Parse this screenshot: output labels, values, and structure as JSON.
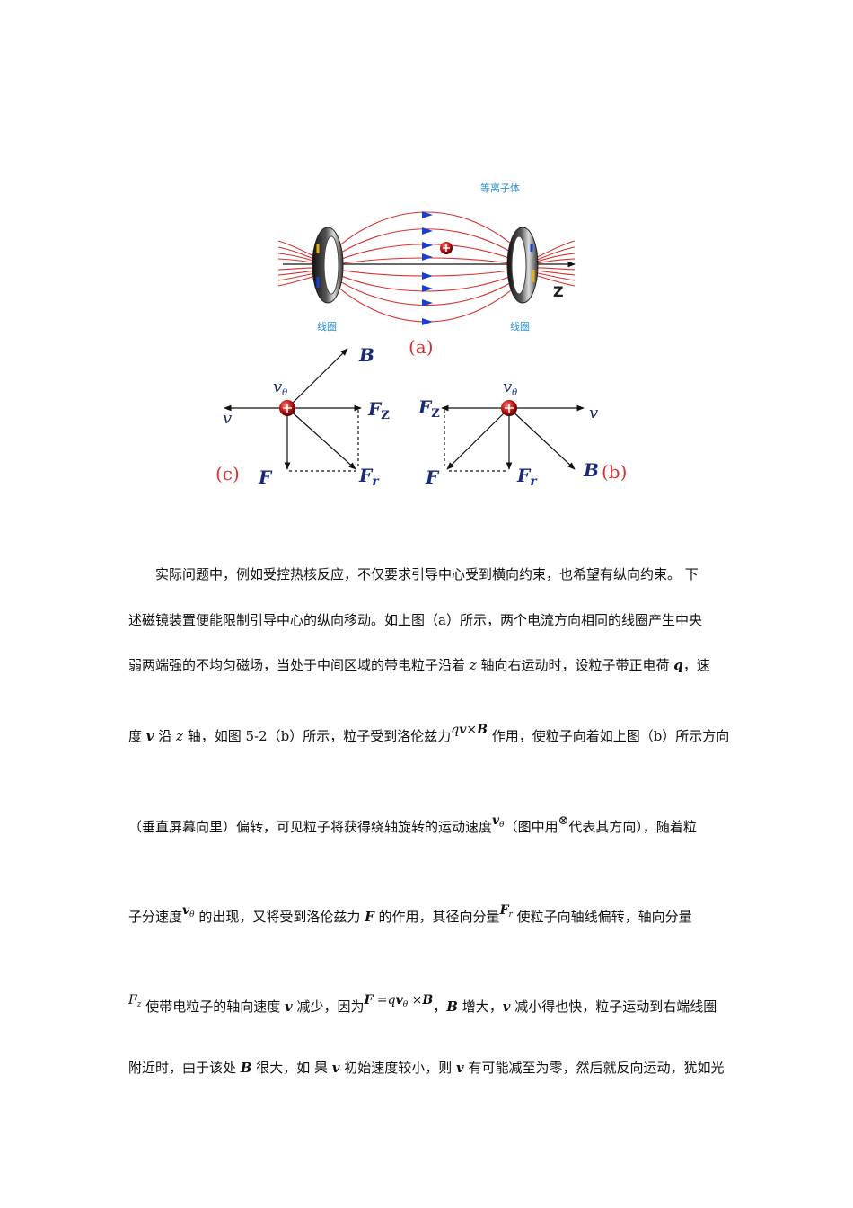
{
  "figure": {
    "plasma_label": "等离子体",
    "coil_left_label": "线圈",
    "coil_right_label": "线圈",
    "z_label": "Z",
    "caption_a": "(a)",
    "caption_b": "(b)",
    "caption_c": "(c)",
    "B_label": "B",
    "v_label": "v",
    "vtheta_main": "v",
    "vtheta_sub": "θ",
    "Fz_main": "F",
    "Fz_sub": "Z",
    "F_label": "F",
    "Fr_main": "F",
    "Fr_sub": "r",
    "colors": {
      "field_line": "#d93030",
      "arrow": "#1a3fd0",
      "caption": "#d83030",
      "label_blue": "#2a8fd4",
      "vector_label": "#1a2a7a"
    }
  },
  "text": {
    "p1_a": "实际问题中，例如受控热核反应，不仅要求引导中心受到横向约束，也希望有纵向约束。 下",
    "p2": "述磁镜装置便能限制引导中心的纵向移动。如上图（a）所示，两个电流方向相同的线圈产生中央",
    "p3_a": "弱两端强的不均匀磁场，当处于中间区域的带电粒子沿着 ",
    "p3_z": "z",
    "p3_b": " 轴向右运动时，设粒子带正电荷 ",
    "p3_q": "q",
    "p3_c": "，速",
    "p4_a": "度 ",
    "p4_v": "v",
    "p4_b": " 沿 ",
    "p4_z": "z",
    "p4_c": " 轴，如图 5-2（b）所示，粒子受到洛伦兹力",
    "p4_q": "q",
    "p4_v2": "v",
    "p4_x": "×",
    "p4_B": "B",
    "p4_d": " 作用，使粒子向着如上图（b）所示方向",
    "p5_a": "（垂直屏幕向里）偏转，可见粒子将获得绕轴旋转的运动速度",
    "p5_v": "v",
    "p5_th": "θ",
    "p5_b": "（图中用",
    "p5_sym": "⊗",
    "p5_c": "代表其方向），随着粒",
    "p6_a": "子分速度",
    "p6_v": "v",
    "p6_th": "θ",
    "p6_b": " 的出现，又将受到洛伦兹力 ",
    "p6_F": "F",
    "p6_c": " 的作用，其径向分量",
    "p6_F2": "F",
    "p6_r": "r",
    "p6_d": " 使粒子向轴线偏转，轴向分量",
    "p7_F": "F",
    "p7_z": "z",
    "p7_a": " 使带电粒子的轴向速度 ",
    "p7_v": "v",
    "p7_b": " 减少，因为",
    "p7_F2": "F",
    "p7_eq": " =",
    "p7_q": "q",
    "p7_v2": "v",
    "p7_th": "θ",
    "p7_x": " ×",
    "p7_B": "B",
    "p7_c": "，",
    "p7_B2": "B",
    "p7_d": " 增大，",
    "p7_v3": "v",
    "p7_e": " 减小得也快，粒子运动到右端线圈",
    "p8_a": "附近时，由于该处 ",
    "p8_B": "B",
    "p8_b": " 很大，如  果 ",
    "p8_v": "v",
    "p8_c": " 初始速度较小，则 ",
    "p8_v2": "v",
    "p8_d": " 有可能减至为零，然后就反向运动，犹如光"
  }
}
